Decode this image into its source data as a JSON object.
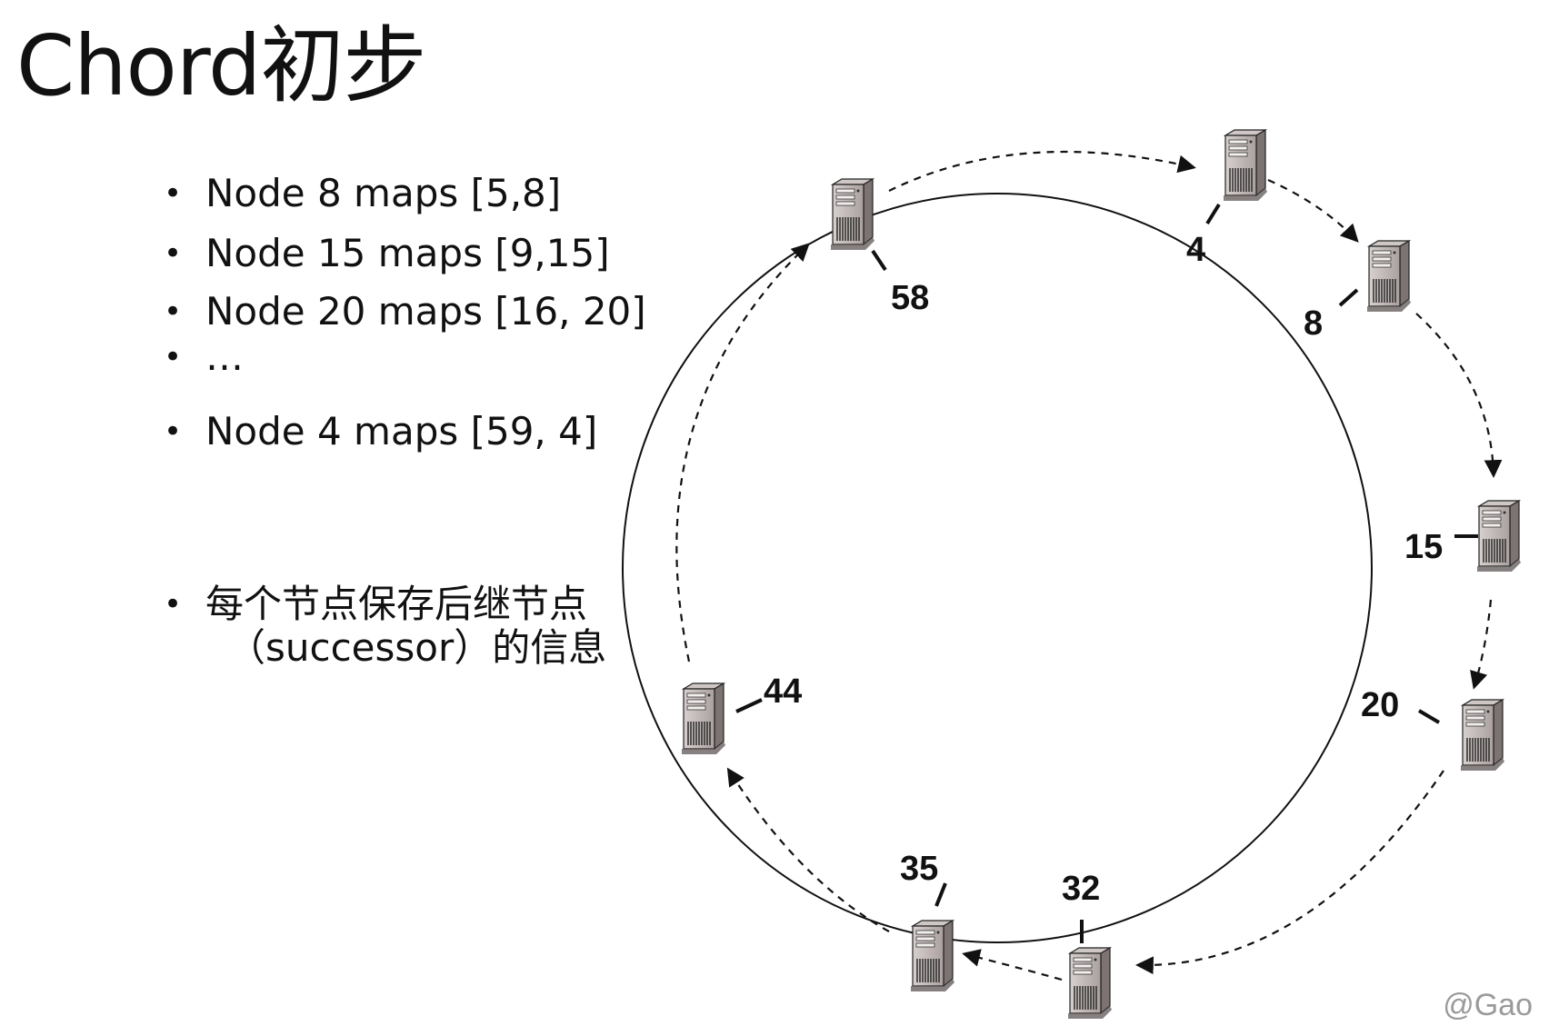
{
  "title": "Chord初步",
  "bullets": [
    "Node  8 maps [5,8]",
    "Node 15 maps [9,15]",
    "Node 20 maps [16, 20]",
    "…",
    "Node 4 maps [59, 4]"
  ],
  "note_line1": "每个节点保存后继节点",
  "note_line2": "（successor）的信息",
  "bullet_char": "•",
  "ring": {
    "node_ids": [
      "4",
      "8",
      "15",
      "20",
      "32",
      "35",
      "44",
      "58"
    ],
    "successor_arrows": "dashed"
  },
  "watermark": "@Gao"
}
